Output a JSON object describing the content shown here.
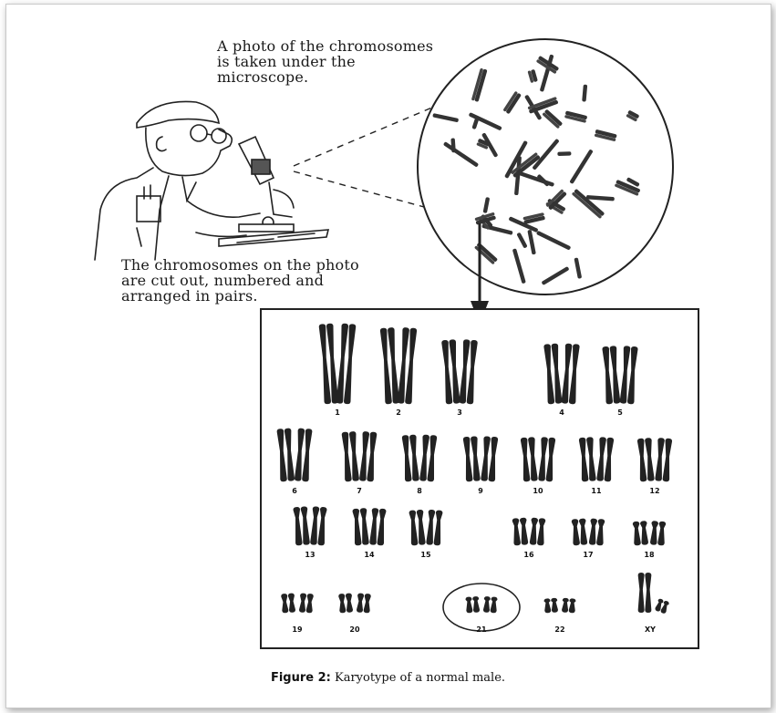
{
  "captions": {
    "top": "A photo of the chromosomes\nis taken under the\nmicroscope.",
    "bottom": "The chromosomes on the photo\nare cut out, numbered and\narranged in pairs."
  },
  "figure": {
    "label": "Figure 2:",
    "text": "Karyotype of a normal male."
  },
  "karyotype": {
    "pairs": [
      {
        "label": "1",
        "row": 1,
        "size": 1.0
      },
      {
        "label": "2",
        "row": 1,
        "size": 0.95
      },
      {
        "label": "3",
        "row": 1,
        "size": 0.8
      },
      {
        "label": "4",
        "row": 1,
        "size": 0.75
      },
      {
        "label": "5",
        "row": 1,
        "size": 0.72
      },
      {
        "label": "6",
        "row": 2,
        "size": 0.66
      },
      {
        "label": "7",
        "row": 2,
        "size": 0.62
      },
      {
        "label": "8",
        "row": 2,
        "size": 0.58
      },
      {
        "label": "9",
        "row": 2,
        "size": 0.56
      },
      {
        "label": "10",
        "row": 2,
        "size": 0.55
      },
      {
        "label": "11",
        "row": 2,
        "size": 0.55
      },
      {
        "label": "12",
        "row": 2,
        "size": 0.54
      },
      {
        "label": "13",
        "row": 3,
        "size": 0.48
      },
      {
        "label": "14",
        "row": 3,
        "size": 0.46
      },
      {
        "label": "15",
        "row": 3,
        "size": 0.44
      },
      {
        "label": "16",
        "row": 3,
        "size": 0.34
      },
      {
        "label": "17",
        "row": 3,
        "size": 0.33
      },
      {
        "label": "18",
        "row": 3,
        "size": 0.3
      },
      {
        "label": "19",
        "row": 4,
        "size": 0.24
      },
      {
        "label": "20",
        "row": 4,
        "size": 0.24
      },
      {
        "label": "21",
        "row": 4,
        "size": 0.2,
        "highlighted": true
      },
      {
        "label": "22",
        "row": 4,
        "size": 0.18
      },
      {
        "label": "XY",
        "row": 4,
        "size": 0.5
      }
    ]
  }
}
